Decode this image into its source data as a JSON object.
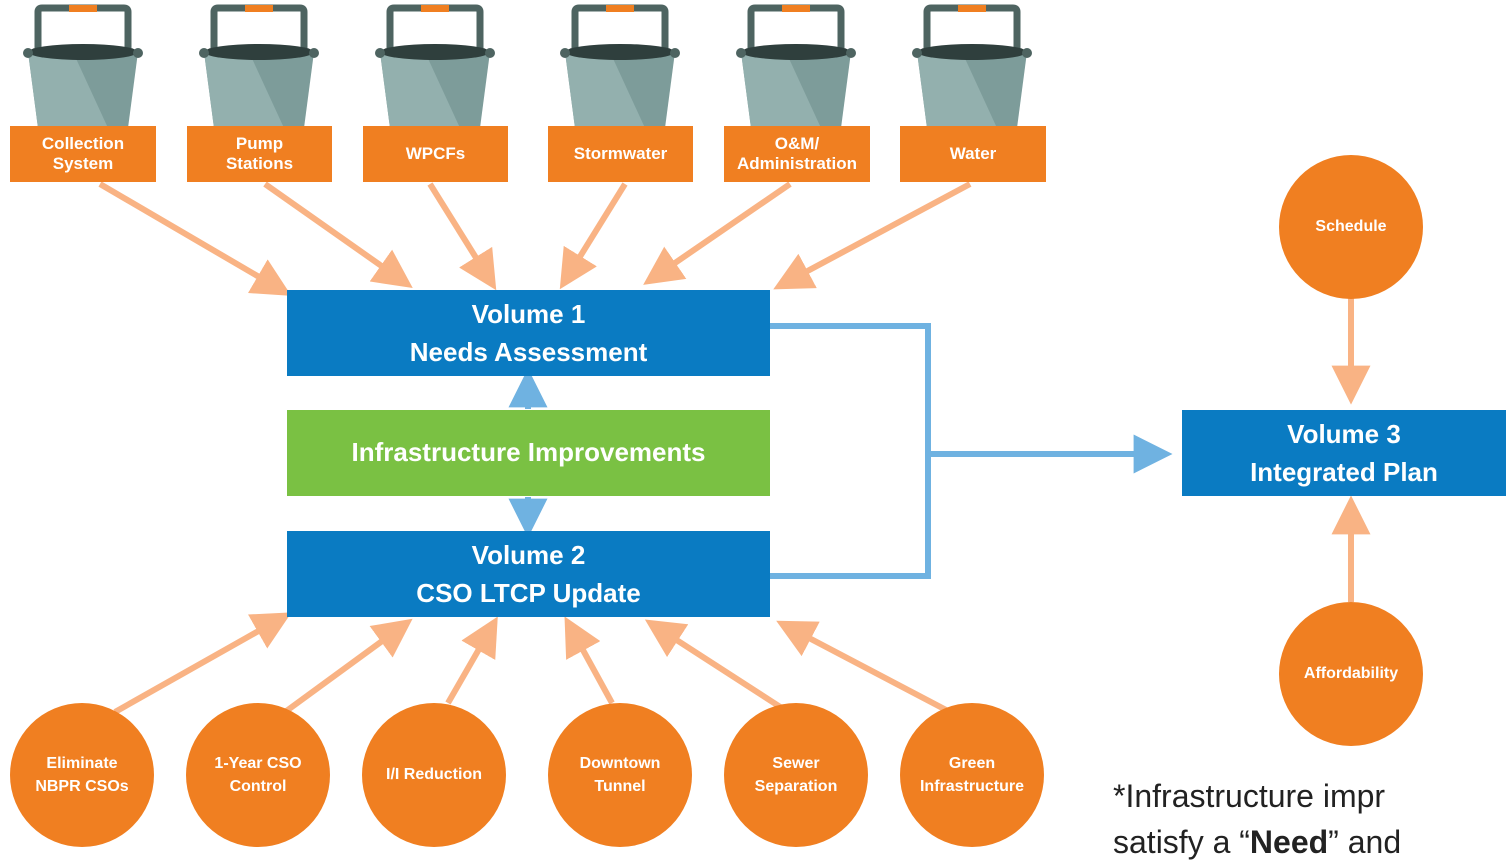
{
  "colors": {
    "orange": "#f07f21",
    "peach_arrow": "#f9b384",
    "blue_box": "#0a7bc2",
    "green_box": "#7ac143",
    "blue_arrow": "#6fb2e1",
    "bucket": "#7d9c9a",
    "bucket_dark": "#4e6461"
  },
  "buckets": [
    {
      "line1": "Collection",
      "line2": "System",
      "icon": "bucket-icon"
    },
    {
      "line1": "Pump",
      "line2": "Stations",
      "icon": "bucket-icon"
    },
    {
      "line1": "WPCFs",
      "line2": "",
      "icon": "bucket-icon"
    },
    {
      "line1": "Stormwater",
      "line2": "",
      "icon": "bucket-icon"
    },
    {
      "line1": "O&M/",
      "line2": "Administration",
      "icon": "bucket-icon"
    },
    {
      "line1": "Water",
      "line2": "",
      "icon": "bucket-icon"
    }
  ],
  "volume1": {
    "line1": "Volume 1",
    "line2": "Needs Assessment"
  },
  "infrastructure": {
    "label": "Infrastructure Improvements"
  },
  "volume2": {
    "line1": "Volume 2",
    "line2": "CSO LTCP Update"
  },
  "volume3": {
    "line1": "Volume 3",
    "line2": "Integrated Plan"
  },
  "bottom_circles": [
    {
      "line1": "Eliminate",
      "line2": "NBPR CSOs"
    },
    {
      "line1": "1-Year CSO",
      "line2": "Control"
    },
    {
      "line1": "I/I Reduction",
      "line2": ""
    },
    {
      "line1": "Downtown",
      "line2": "Tunnel"
    },
    {
      "line1": "Sewer",
      "line2": "Separation"
    },
    {
      "line1": "Green",
      "line2": "Infrastructure"
    }
  ],
  "schedule": {
    "label": "Schedule"
  },
  "affordability": {
    "label": "Affordability"
  },
  "footnote": {
    "line1": "*Infrastructure impr",
    "line2_pre": "satisfy a “",
    "line2_bold": "Need",
    "line2_post": "” and"
  }
}
